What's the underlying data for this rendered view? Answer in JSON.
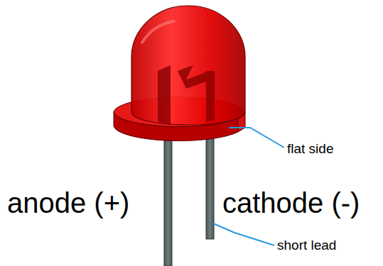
{
  "diagram": {
    "labels": [
      "flat side",
      "anode (+)",
      "cathode (-)",
      "short lead"
    ]
  }
}
